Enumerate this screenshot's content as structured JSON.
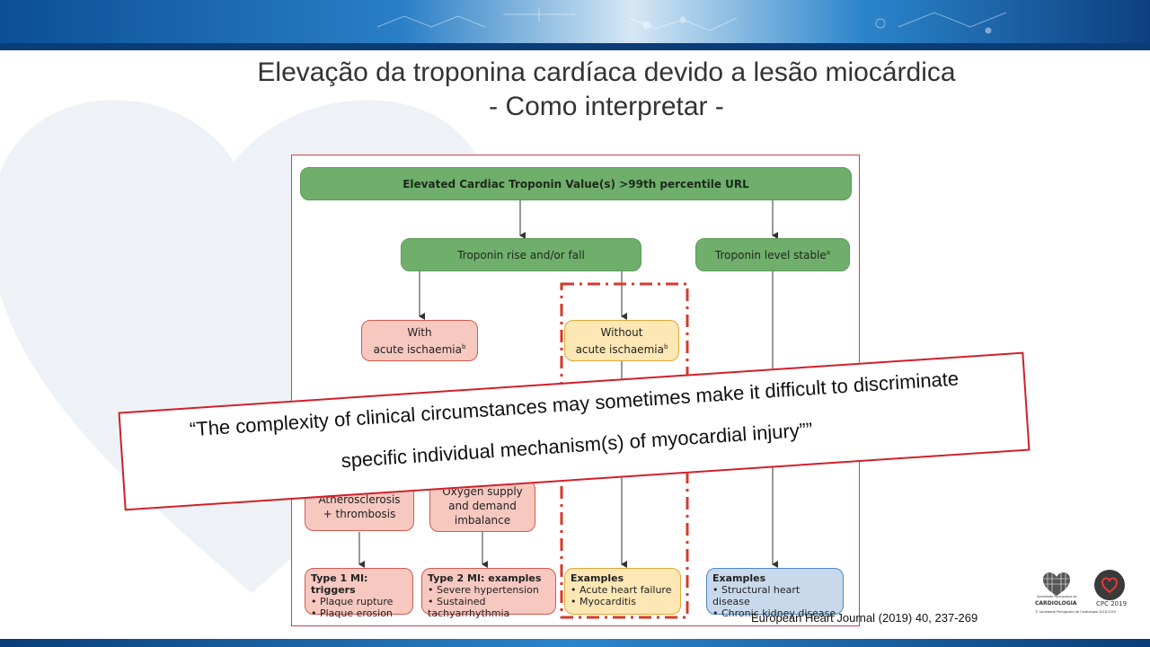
{
  "slide": {
    "title_line1": "Elevação da troponina cardíaca devido a lesão miocárdica",
    "title_line2": "- Como interpretar -",
    "citation": "European Heart Journal (2019) 40, 237-269"
  },
  "flowchart": {
    "top": "Elevated Cardiac Troponin Value(s) >99th percentile URL",
    "rise_fall": "Troponin rise and/or fall",
    "stable": "Troponin level stable",
    "stable_sup": "a",
    "with_line1": "With",
    "with_line2": "acute ischaemia",
    "with_sup": "b",
    "without_line1": "Without",
    "without_line2": "acute ischaemia",
    "without_sup": "b",
    "athero_line1": "Atherosclerosis",
    "athero_line2": "+ thrombosis",
    "oxygen_line1": "Oxygen supply",
    "oxygen_line2": "and demand",
    "oxygen_line3": "imbalance",
    "type1_head": "Type 1 MI: triggers",
    "type1_items": [
      "• Plaque rupture",
      "• Plaque erosion"
    ],
    "type2_head": "Type 2 MI: examples",
    "type2_items": [
      "• Severe hypertension",
      "• Sustained tachyarrhythmia"
    ],
    "acute_head": "Examples",
    "acute_items": [
      "• Acute heart failure",
      "• Myocarditis"
    ],
    "chronic_head": "Examples",
    "chronic_items": [
      "• Structural heart disease",
      "• Chronic kidney disease"
    ]
  },
  "quote": {
    "line1": "“The complexity of clinical circumstances may sometimes make it difficult to discriminate",
    "line2": "specific individual mechanism(s) of myocardial injury””"
  },
  "logos": {
    "spc_small": "Sociedade Portuguesa de",
    "spc_name": "CARDIOLOGIA",
    "cpc_name": "CPC 2019",
    "footer": "© Sociedade Portuguesa de Cardiologia 2018-2019"
  },
  "colors": {
    "green": "#6fae6b",
    "red_fill": "#f6c8c0",
    "yellow_fill": "#fde7b4",
    "blue_fill": "#c9d9ec",
    "quote_border": "#d0202a",
    "dash": "#d63a2b"
  }
}
